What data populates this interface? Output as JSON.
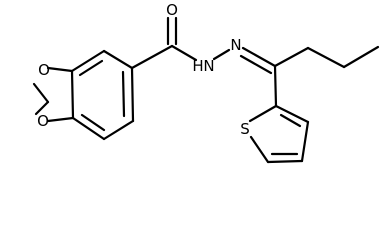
{
  "atoms": {
    "o_dioxole_top": "O",
    "o_dioxole_bottom": "O",
    "o_carbonyl": "O",
    "nh": "H",
    "nh_n": "N",
    "n_imine": "N",
    "s_thiophene": "S"
  }
}
